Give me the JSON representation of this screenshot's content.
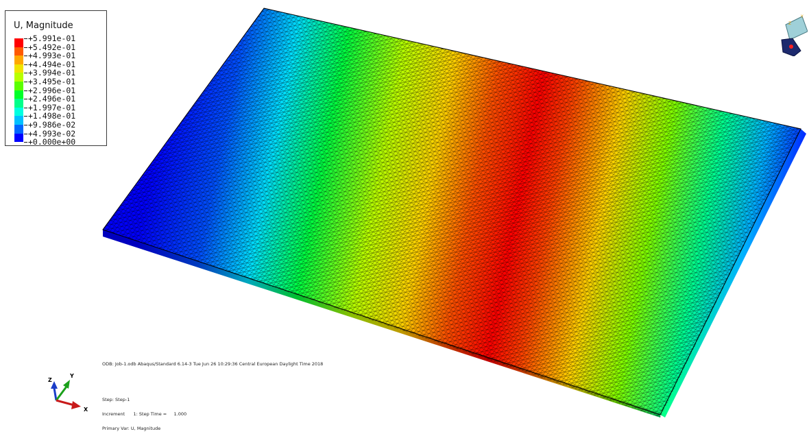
{
  "legend": {
    "title": "U, Magnitude",
    "labels": [
      "+5.991e-01",
      "+5.492e-01",
      "+4.993e-01",
      "+4.494e-01",
      "+3.994e-01",
      "+3.495e-01",
      "+2.996e-01",
      "+2.496e-01",
      "+1.997e-01",
      "+1.498e-01",
      "+9.986e-02",
      "+4.993e-02",
      "+0.000e+00"
    ],
    "colors": [
      "#ff0000",
      "#ff5a00",
      "#ffa800",
      "#f0e400",
      "#b8ff00",
      "#5cff00",
      "#00ff2a",
      "#00ff8a",
      "#00ffe0",
      "#00c0ff",
      "#0066ff",
      "#0000ff"
    ]
  },
  "odb_info": "ODB: Job-1.odb    Abaqus/Standard 6.14-3    Tue Jun 26 10:29:36 Central European Daylight Time 2018",
  "step_info": {
    "step": "Step: Step-1",
    "increment": "Increment      1: Step Time =     1.000",
    "primary_var": "Primary Var: U, Magnitude"
  },
  "triad": {
    "z": "Z",
    "y": "Y",
    "x": "X"
  },
  "view_cube": {
    "z": "Z",
    "y": "Y"
  },
  "colors": {
    "plate_min": "#0000ff",
    "plate_max": "#ff0000",
    "mesh": "#000000",
    "edge_band": "#1a1a1a"
  }
}
